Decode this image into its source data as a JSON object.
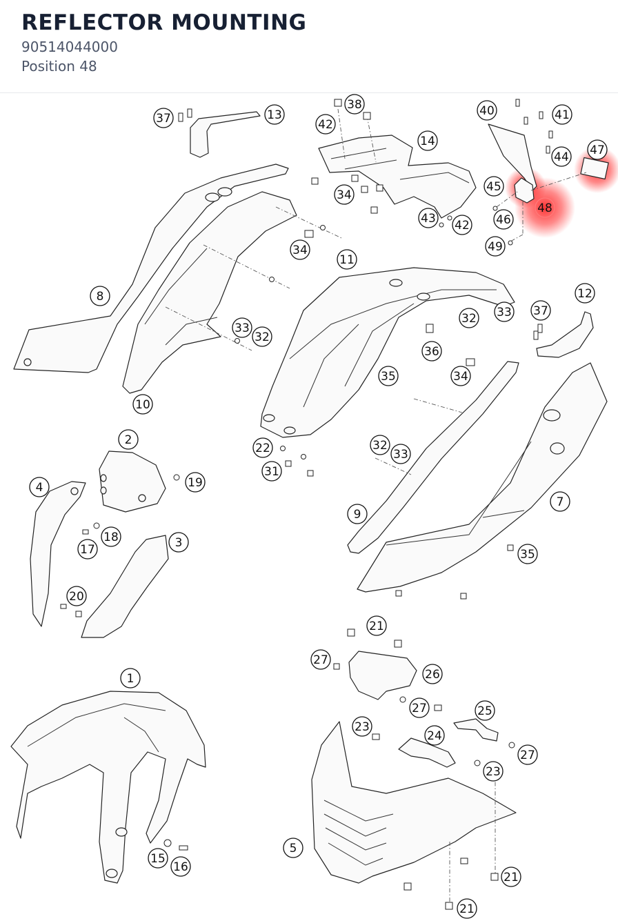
{
  "header": {
    "title": "REFLECTOR MOUNTING",
    "part_number": "90514044000",
    "position": "Position 48"
  },
  "highlight": {
    "label": "48",
    "color": "#ff3b3b"
  },
  "callouts": [
    "37",
    "13",
    "38",
    "42",
    "14",
    "40",
    "41",
    "44",
    "47",
    "45",
    "48",
    "46",
    "34",
    "43",
    "42",
    "49",
    "34",
    "11",
    "8",
    "33",
    "32",
    "12",
    "32",
    "33",
    "37",
    "36",
    "35",
    "34",
    "10",
    "2",
    "19",
    "22",
    "32",
    "33",
    "31",
    "4",
    "18",
    "17",
    "3",
    "9",
    "7",
    "35",
    "20",
    "21",
    "27",
    "26",
    "1",
    "27",
    "25",
    "23",
    "24",
    "27",
    "23",
    "5",
    "15",
    "16",
    "21",
    "21"
  ]
}
